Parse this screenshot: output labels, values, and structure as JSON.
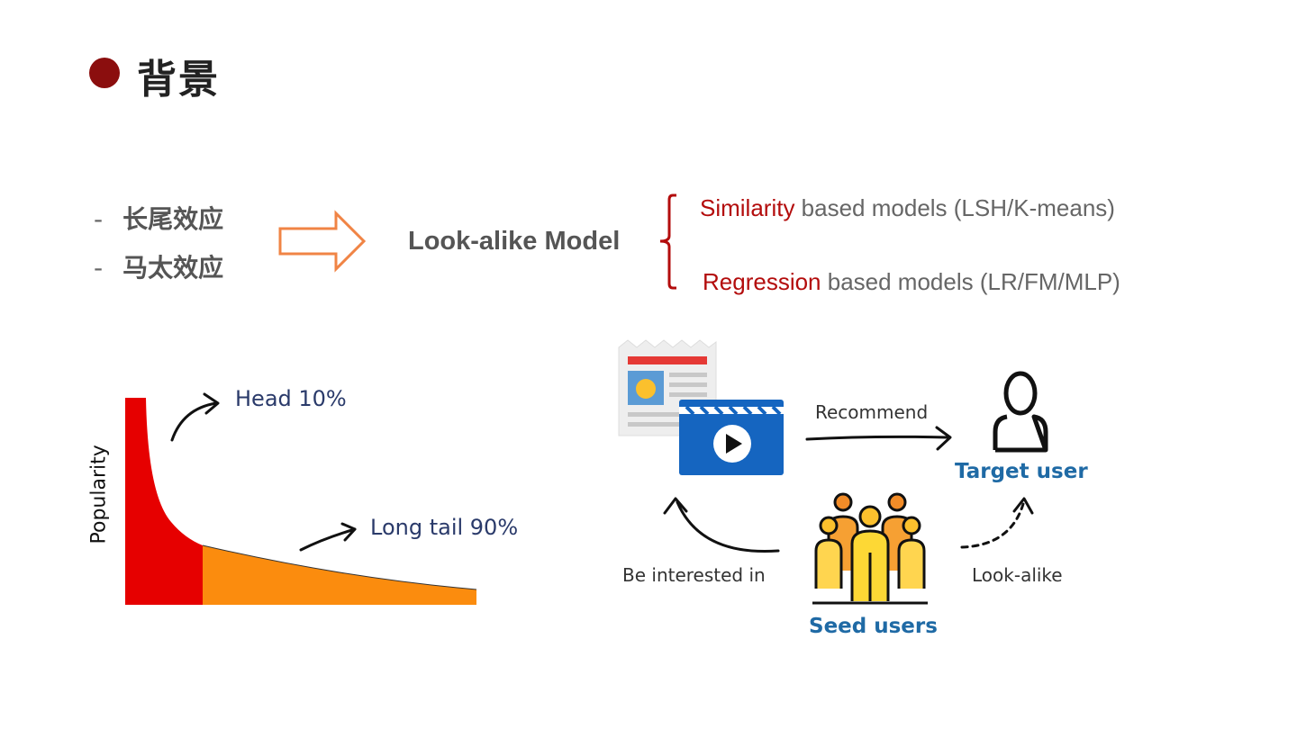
{
  "slide": {
    "title": "背景",
    "accent": "#8b0e0e"
  },
  "bullets": [
    {
      "dash": "-",
      "text": "长尾效应"
    },
    {
      "dash": "-",
      "text": "马太效应"
    }
  ],
  "model": {
    "label": "Look-alike Model",
    "branches": [
      {
        "highlight": "Similarity",
        "rest": " based models (LSH/K-means)"
      },
      {
        "highlight": "Regression",
        "rest": " based models (LR/FM/MLP)"
      }
    ],
    "highlight_color": "#b30c0c"
  },
  "longtail": {
    "ylabel": "Popularity",
    "head_label": "Head 10%",
    "tail_label": "Long tail 90%",
    "head_color": "#e60000",
    "tail_color": "#fb8c0e"
  },
  "diagram": {
    "recommend": "Recommend",
    "target_user": "Target user",
    "interested": "Be interested in",
    "lookalike": "Look-alike",
    "seed_users": "Seed users"
  }
}
